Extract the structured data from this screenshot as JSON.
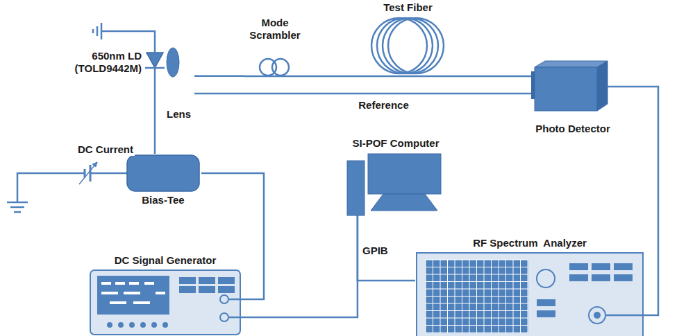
{
  "diagram": {
    "nodes": [
      {
        "text": [
          "650nm LD (TOLD9442M)"
        ]
      },
      {
        "text": [
          "Lens"
        ]
      },
      {
        "text": [
          "Mode Scrambler"
        ]
      },
      {
        "text": [
          "Test Fiber"
        ]
      },
      {
        "text": [
          "Photo Detector"
        ]
      },
      {
        "text": [
          "Bias-Tee"
        ]
      },
      {
        "text": [
          "SI-POF Computer"
        ]
      },
      {
        "text": [
          "DC Signal Generator"
        ]
      },
      {
        "text": [
          "RF Spectrum  Analyzer"
        ]
      }
    ],
    "edges": [
      {
        "from": 1,
        "to": 2,
        "arrow": "none"
      },
      {
        "from": 2,
        "to": 3,
        "arrow": "none"
      },
      {
        "from": 3,
        "to": 4,
        "arrow": "none"
      },
      {
        "from": 1,
        "to": 4,
        "label": "Reference",
        "arrow": "none"
      },
      {
        "from": 5,
        "to": 0,
        "arrow": "none"
      },
      {
        "from": 5,
        "to": 7,
        "arrow": "none"
      },
      {
        "from": 7,
        "to": 6,
        "arrow": "none"
      },
      {
        "from": 6,
        "to": 8,
        "arrow": "none"
      },
      {
        "from": 4,
        "to": 8,
        "arrow": "none"
      }
    ],
    "labels": [
      "DC Current",
      "GPIB"
    ]
  }
}
